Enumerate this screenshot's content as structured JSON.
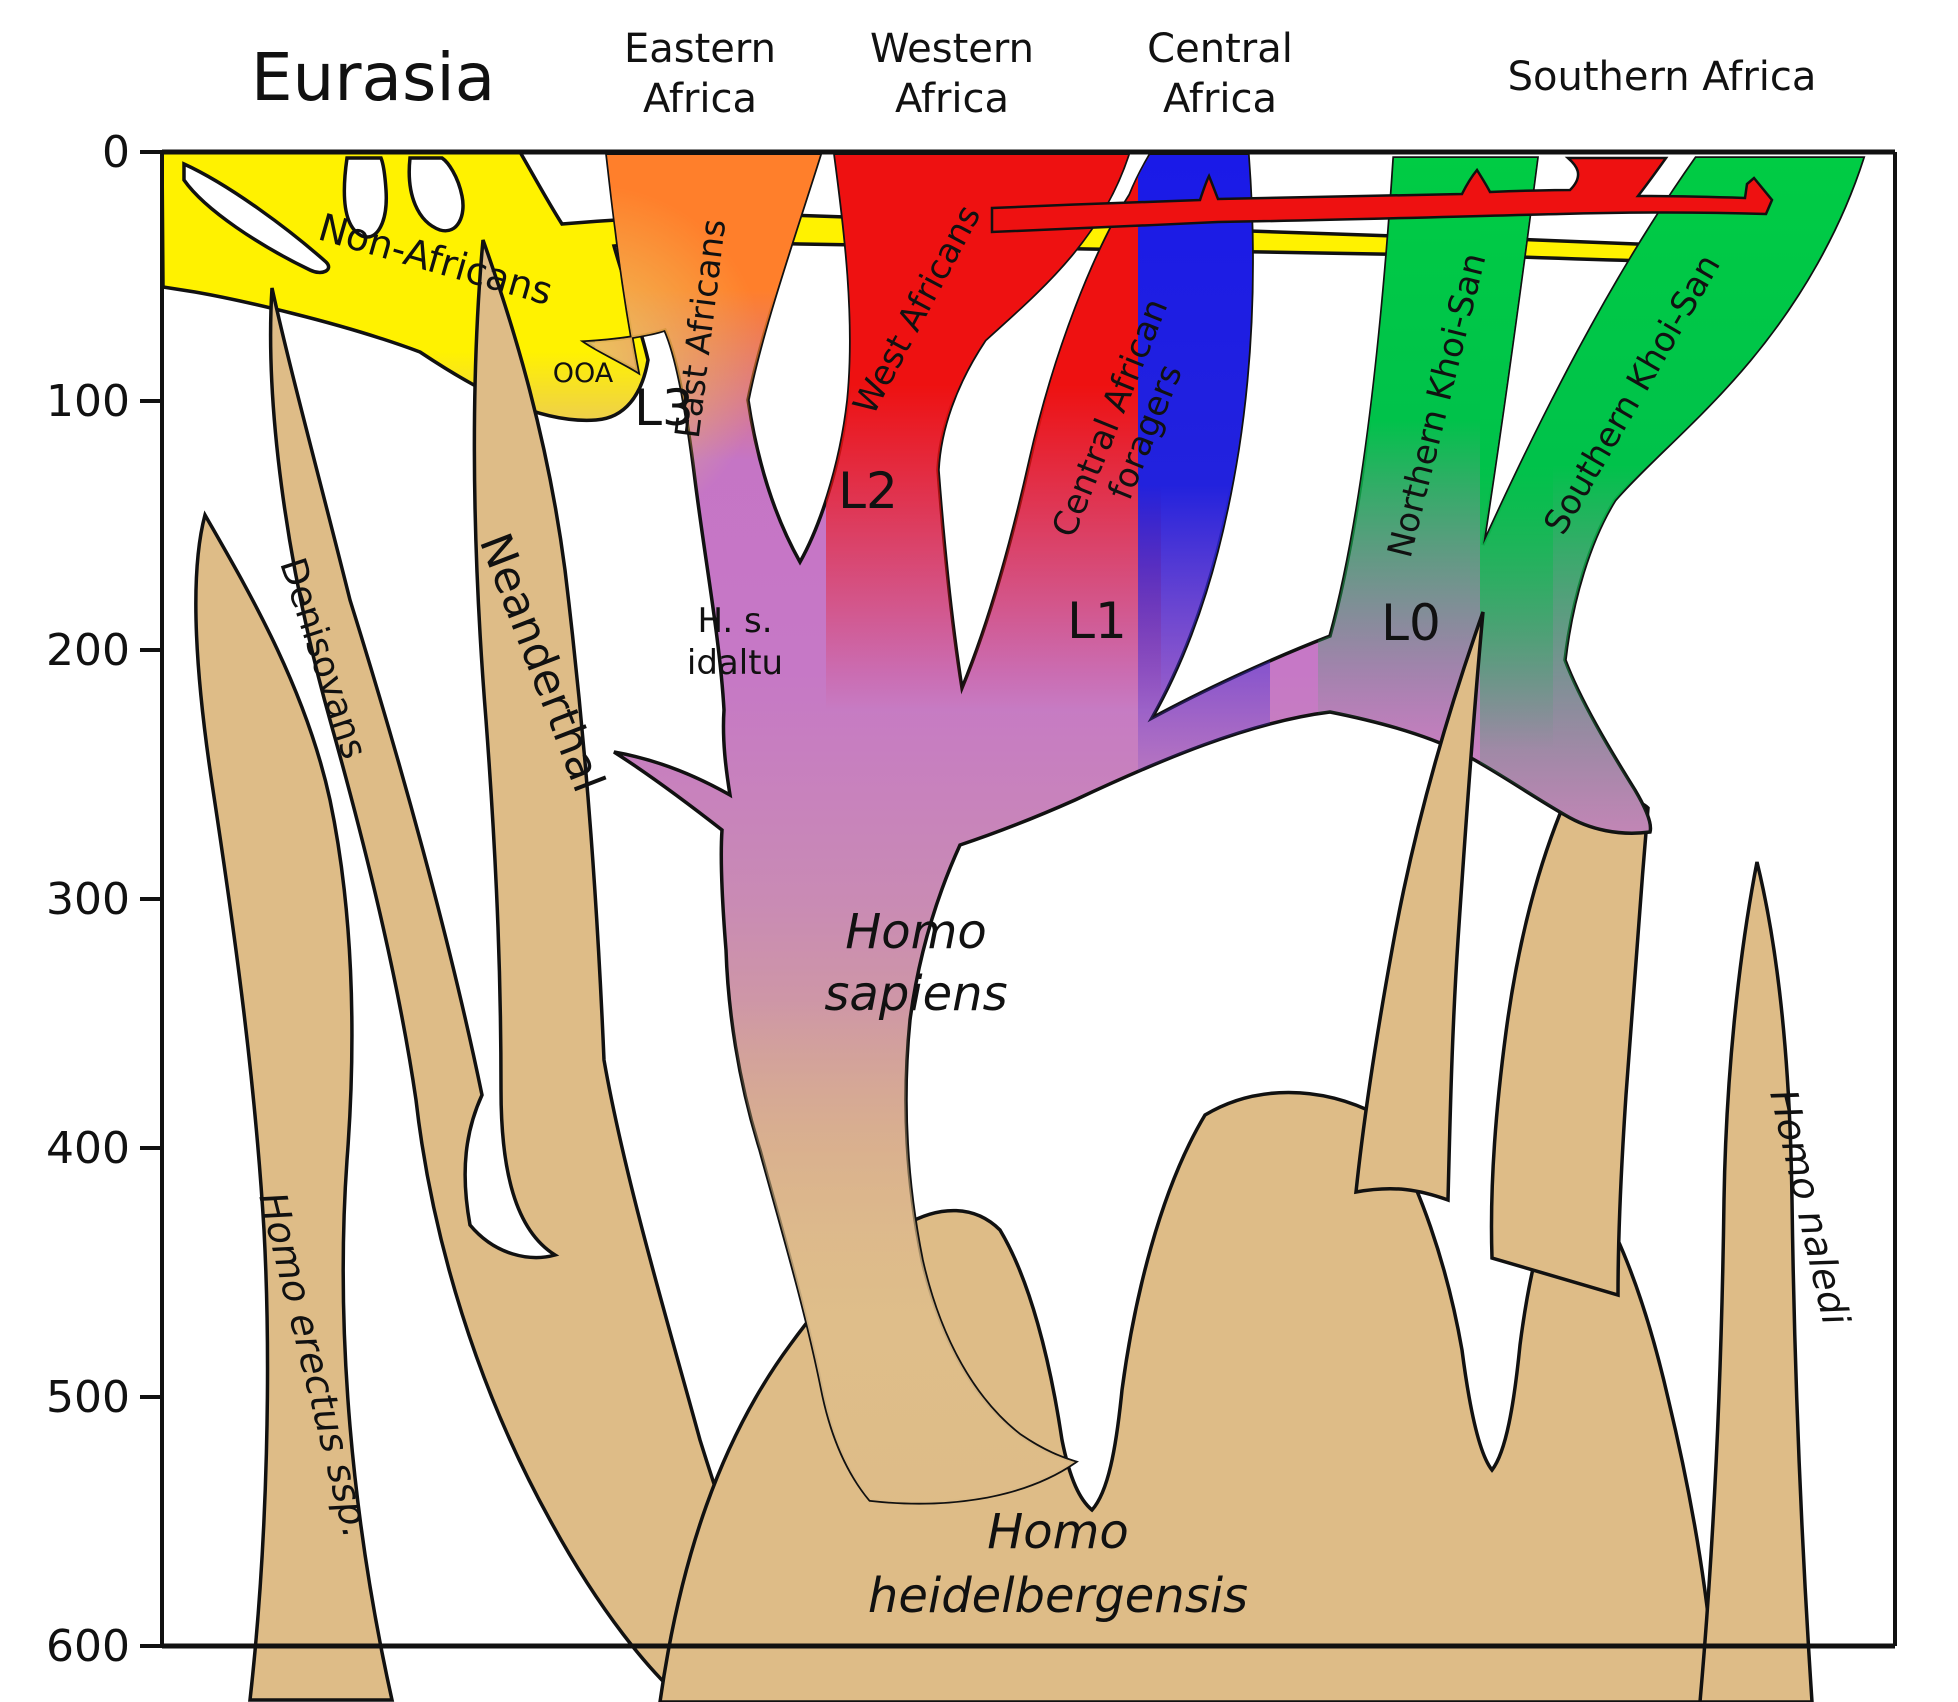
{
  "header": {
    "eurasia": "Eurasia",
    "eastern_1": "Eastern",
    "eastern_2": "Africa",
    "western_1": "Western",
    "western_2": "Africa",
    "central_1": "Central",
    "central_2": "Africa",
    "southern": "Southern Africa"
  },
  "axis": {
    "ticks": [
      "0",
      "100",
      "200",
      "300",
      "400",
      "500",
      "600"
    ]
  },
  "populations": {
    "non_africans": "Non-Africans",
    "ooa": "OOA",
    "east_africans": "East Africans",
    "west_africans": "West Africans",
    "central_african_1": "Central African",
    "central_african_2": "foragers",
    "northern_khoisan": "Northern Khoi-San",
    "southern_khoisan": "Southern Khoi-San"
  },
  "haplogroups": {
    "l0": "L0",
    "l1": "L1",
    "l2": "L2",
    "l3": "L3"
  },
  "species": {
    "idaltu_1": "H. s.",
    "idaltu_2": "idaltu",
    "sapiens_1": "Homo",
    "sapiens_2": "sapiens",
    "heidelbergensis_1": "Homo",
    "heidelbergensis_2": "heidelbergensis",
    "denisovans": "Denisovans",
    "neanderthal": "Neanderthal",
    "erectus": "Homo erectus ssp.",
    "naledi": "Homo naledi"
  },
  "colors": {
    "eurasia_yellow": "#FFF200",
    "east_africa_orange": "#FF7F2B",
    "west_africa_red": "#EE1111",
    "central_africa_blue": "#1A1AE8",
    "khoisan_green": "#00CC44",
    "sapiens_purple": "#C470C4",
    "archaic_tan": "#DEBC87",
    "outline_black": "#111111"
  }
}
